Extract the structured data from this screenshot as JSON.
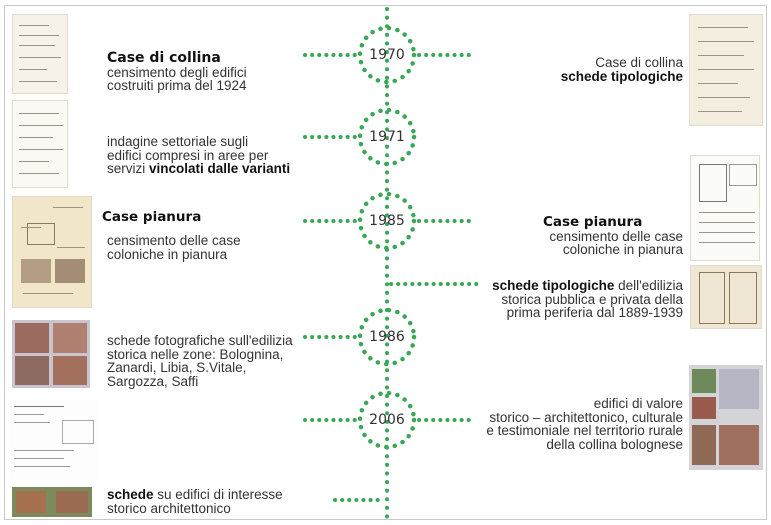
{
  "timeline": {
    "years": [
      "1970",
      "1971",
      "1985",
      "1986",
      "2006"
    ],
    "color": "#3aa757"
  },
  "entries": {
    "e1970_left": {
      "title": "Case di collina",
      "line1": "censimento degli edifici",
      "line2": "costruiti prima del 1924"
    },
    "e1970_right": {
      "line1": "Case di collina",
      "title": "schede tipologiche"
    },
    "e1971_left": {
      "line1": "indagine settoriale sugli",
      "line2": "edifici compresi in aree per",
      "line3_pre": "servizi ",
      "line3_bold": "vincolati dalle varianti"
    },
    "e1985_left": {
      "title": "Case pianura",
      "line1": "censimento delle case",
      "line2": "coloniche in pianura"
    },
    "e1985_right": {
      "title": "Case pianura",
      "line1": "censimento delle case",
      "line2": "coloniche in pianura"
    },
    "e1985_right2": {
      "bold": "schede tipologiche",
      "line1_rest": " dell'edilizia",
      "line2": "storica pubblica e privata della",
      "line3": "prima periferia dal 1889-1939"
    },
    "e1986_left": {
      "line1": "schede fotografiche sull'edilizia",
      "line2": "storica nelle zone: Bolognina,",
      "line3": "Zanardi, Libia, S.Vitale,",
      "line4": "Sargozza, Saffi"
    },
    "e2006_right": {
      "line1": "edifici di valore",
      "line2": "storico – architettonico, culturale",
      "line3": "e testimoniale nel territorio rurale",
      "line4": "della collina bolognese"
    },
    "e_last_left": {
      "bold": "schede",
      "line1_rest": " su edifici di interesse",
      "line2": "storico architettonico"
    }
  }
}
